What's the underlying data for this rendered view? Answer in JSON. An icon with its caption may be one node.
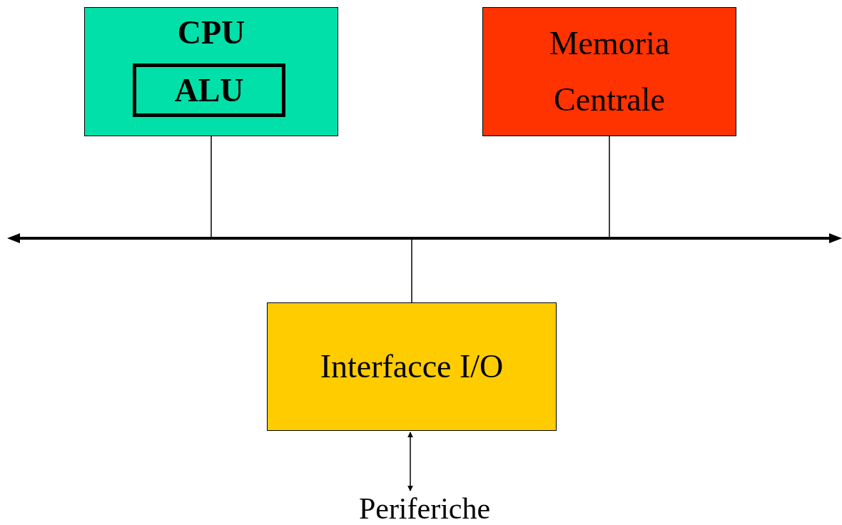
{
  "diagram": {
    "nodes": [
      {
        "text": [
          "CPU"
        ]
      },
      {
        "text": [
          "ALU"
        ],
        "in": 0
      },
      {
        "text": [
          "Memoria Centrale"
        ]
      },
      {
        "text": [],
        "shape": "bar"
      },
      {
        "text": [
          "Interfacce I/O"
        ]
      },
      {
        "text": [
          "Periferiche"
        ]
      }
    ],
    "edges": [
      {
        "from": 0,
        "to": 3,
        "arrow": "none"
      },
      {
        "from": 2,
        "to": 3,
        "arrow": "none"
      },
      {
        "from": 3,
        "to": 4,
        "arrow": "none"
      },
      {
        "from": 4,
        "to": 5,
        "arrow": "both"
      }
    ]
  }
}
